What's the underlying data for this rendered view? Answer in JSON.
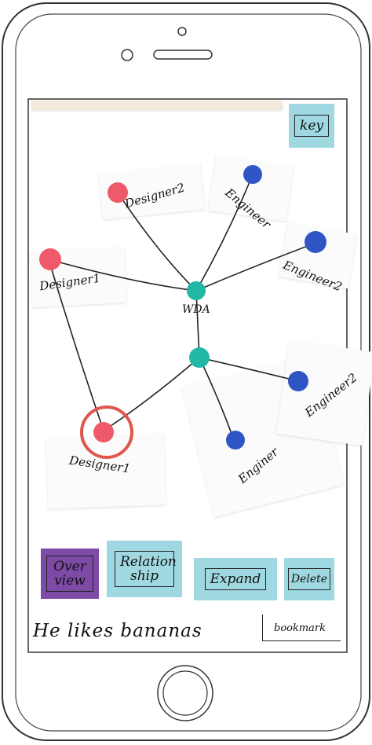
{
  "header": {
    "key_label": "key"
  },
  "graph": {
    "center_label": "WDA",
    "nodes": [
      {
        "label": "Designer2",
        "role": "designer"
      },
      {
        "label": "Engineer",
        "role": "engineer"
      },
      {
        "label": "Designer1",
        "role": "designer"
      },
      {
        "label": "Engineer2",
        "role": "engineer"
      },
      {
        "label": "Engineer2",
        "role": "engineer"
      },
      {
        "label": "Enginer",
        "role": "engineer"
      },
      {
        "label": "Designer1",
        "role": "designer",
        "selected": true
      }
    ]
  },
  "toolbar": {
    "overview_label": "Over view",
    "relationship_label": "Relation ship",
    "expand_label": "Expand",
    "delete_label": "Delete"
  },
  "footer": {
    "note_text": "He likes bananas",
    "bookmark_label": "bookmark"
  },
  "colors": {
    "designer": "#ee5a6a",
    "engineer": "#2f55c4",
    "hub": "#22b8a6",
    "key_note": "#9fd8e0",
    "overview_note": "#7d4aa6",
    "selection_ring": "#e0564c"
  }
}
